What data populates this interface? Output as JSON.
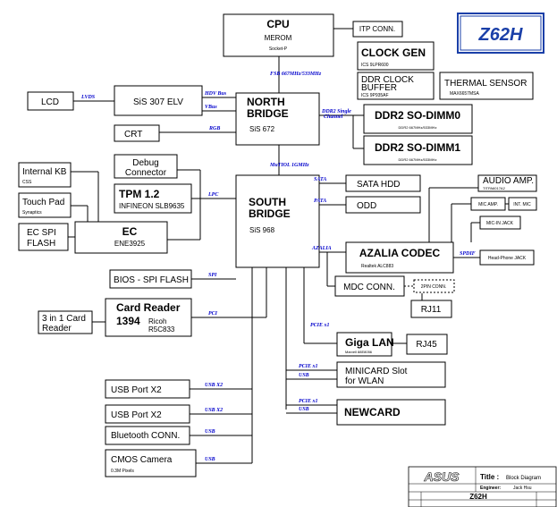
{
  "model_badge": "Z62H",
  "blocks": {
    "cpu": {
      "title": "CPU",
      "sub": "MEROM",
      "note": "Socket-P"
    },
    "itp": {
      "label": "ITP CONN."
    },
    "clock": {
      "title": "CLOCK GEN",
      "note": "ICS 9LPR600"
    },
    "ddr_buf": {
      "line1": "DDR CLOCK",
      "line2": "BUFFER",
      "note": "ICS 9P935AF"
    },
    "thermal": {
      "title": "THERMAL SENSOR",
      "note": "MAX6657MSA"
    },
    "lcd": {
      "label": "LCD"
    },
    "sis307": {
      "label": "SiS 307 ELV"
    },
    "north": {
      "line1": "NORTH",
      "line2": "BRIDGE",
      "note": "SiS 672"
    },
    "dimm0": {
      "title": "DDR2 SO-DIMM0",
      "note": "DDR2 667MHz/533MHz"
    },
    "dimm1": {
      "title": "DDR2 SO-DIMM1",
      "note": "DDR2 667MHz/533MHz"
    },
    "crt": {
      "label": "CRT"
    },
    "debug": {
      "line1": "Debug",
      "line2": "Connector"
    },
    "tpm": {
      "title": "TPM 1.2",
      "note": "INFINEON SLB9635"
    },
    "internal_kb": {
      "title": "Internal KB",
      "note": "CSS"
    },
    "touchpad": {
      "title": "Touch Pad",
      "note": "Synaptics"
    },
    "ec_spi": {
      "line1": "EC SPI",
      "line2": "FLASH"
    },
    "ec": {
      "title": "EC",
      "note": "ENE3925"
    },
    "south": {
      "line1": "SOUTH",
      "line2": "BRIDGE",
      "note": "SiS 968"
    },
    "sata_hdd": {
      "label": "SATA HDD"
    },
    "odd": {
      "label": "ODD"
    },
    "audio_amp": {
      "title": "AUDIO AMP.",
      "note": "TITPA6017A2"
    },
    "mic_amp": {
      "label": "MIC AMP."
    },
    "int_mic": {
      "label": "INT. MIC"
    },
    "mic_in": {
      "label": "MIC-IN JACK"
    },
    "azalia": {
      "title": "AZALIA CODEC",
      "note": "Realtek ALC883"
    },
    "headphone": {
      "label": "Head-Phone JACK"
    },
    "mdc": {
      "label": "MDC CONN."
    },
    "pin2": {
      "label": "2PIN CONN."
    },
    "rj11": {
      "label": "RJ11"
    },
    "bios": {
      "label": "BIOS - SPI FLASH"
    },
    "card_reader": {
      "line1": "Card Reader",
      "line2": "1394",
      "note1": "Ricoh",
      "note2": "R5C833"
    },
    "three_in_one": {
      "line1": "3 in 1 Card",
      "line2": "Reader"
    },
    "giga_lan": {
      "title": "Giga LAN",
      "note": "Marvell 88E8056"
    },
    "rj45": {
      "label": "RJ45"
    },
    "minicard": {
      "line1": "MINICARD Slot",
      "line2": "for WLAN"
    },
    "newcard": {
      "label": "NEWCARD"
    },
    "usb1": {
      "label": "USB Port X2"
    },
    "usb2": {
      "label": "USB Port X2"
    },
    "bluetooth": {
      "label": "Bluetooth CONN."
    },
    "cmos": {
      "title": "CMOS Camera",
      "note": "0.3M Pixels"
    }
  },
  "buses": {
    "fsb": "FSB 667MHz/533MHz",
    "lvds": "LVDS",
    "hdv": "HDV Bus",
    "vbus": "VBus",
    "rgb": "RGB",
    "ddr2_single": "DDR2 Single",
    "channel": "Channel",
    "mutiol": "MuTIOL 1GMHz",
    "sata": "SATA",
    "pata": "PATA",
    "lpc": "LPC",
    "azalia": "AZALIA",
    "spdif": "SPDIF",
    "spi": "SPI",
    "pci": "PCI",
    "pcie_lan": "PCIE x1",
    "pcie_mini": "PCIE x1",
    "usb_mini": "USB",
    "pcie_new": "PCIE x1",
    "usb_new": "USB",
    "usb_x2_a": "USB X2",
    "usb_x2_b": "USB X2",
    "usb_bt": "USB",
    "usb_cam": "USB"
  },
  "title_block": {
    "logo": "ASUS",
    "title_label": "Title :",
    "title_value": "Block Diagram",
    "engineer_label": "Engineer:",
    "engineer_value": "Jack Hsu",
    "project_value": "Z62H"
  }
}
